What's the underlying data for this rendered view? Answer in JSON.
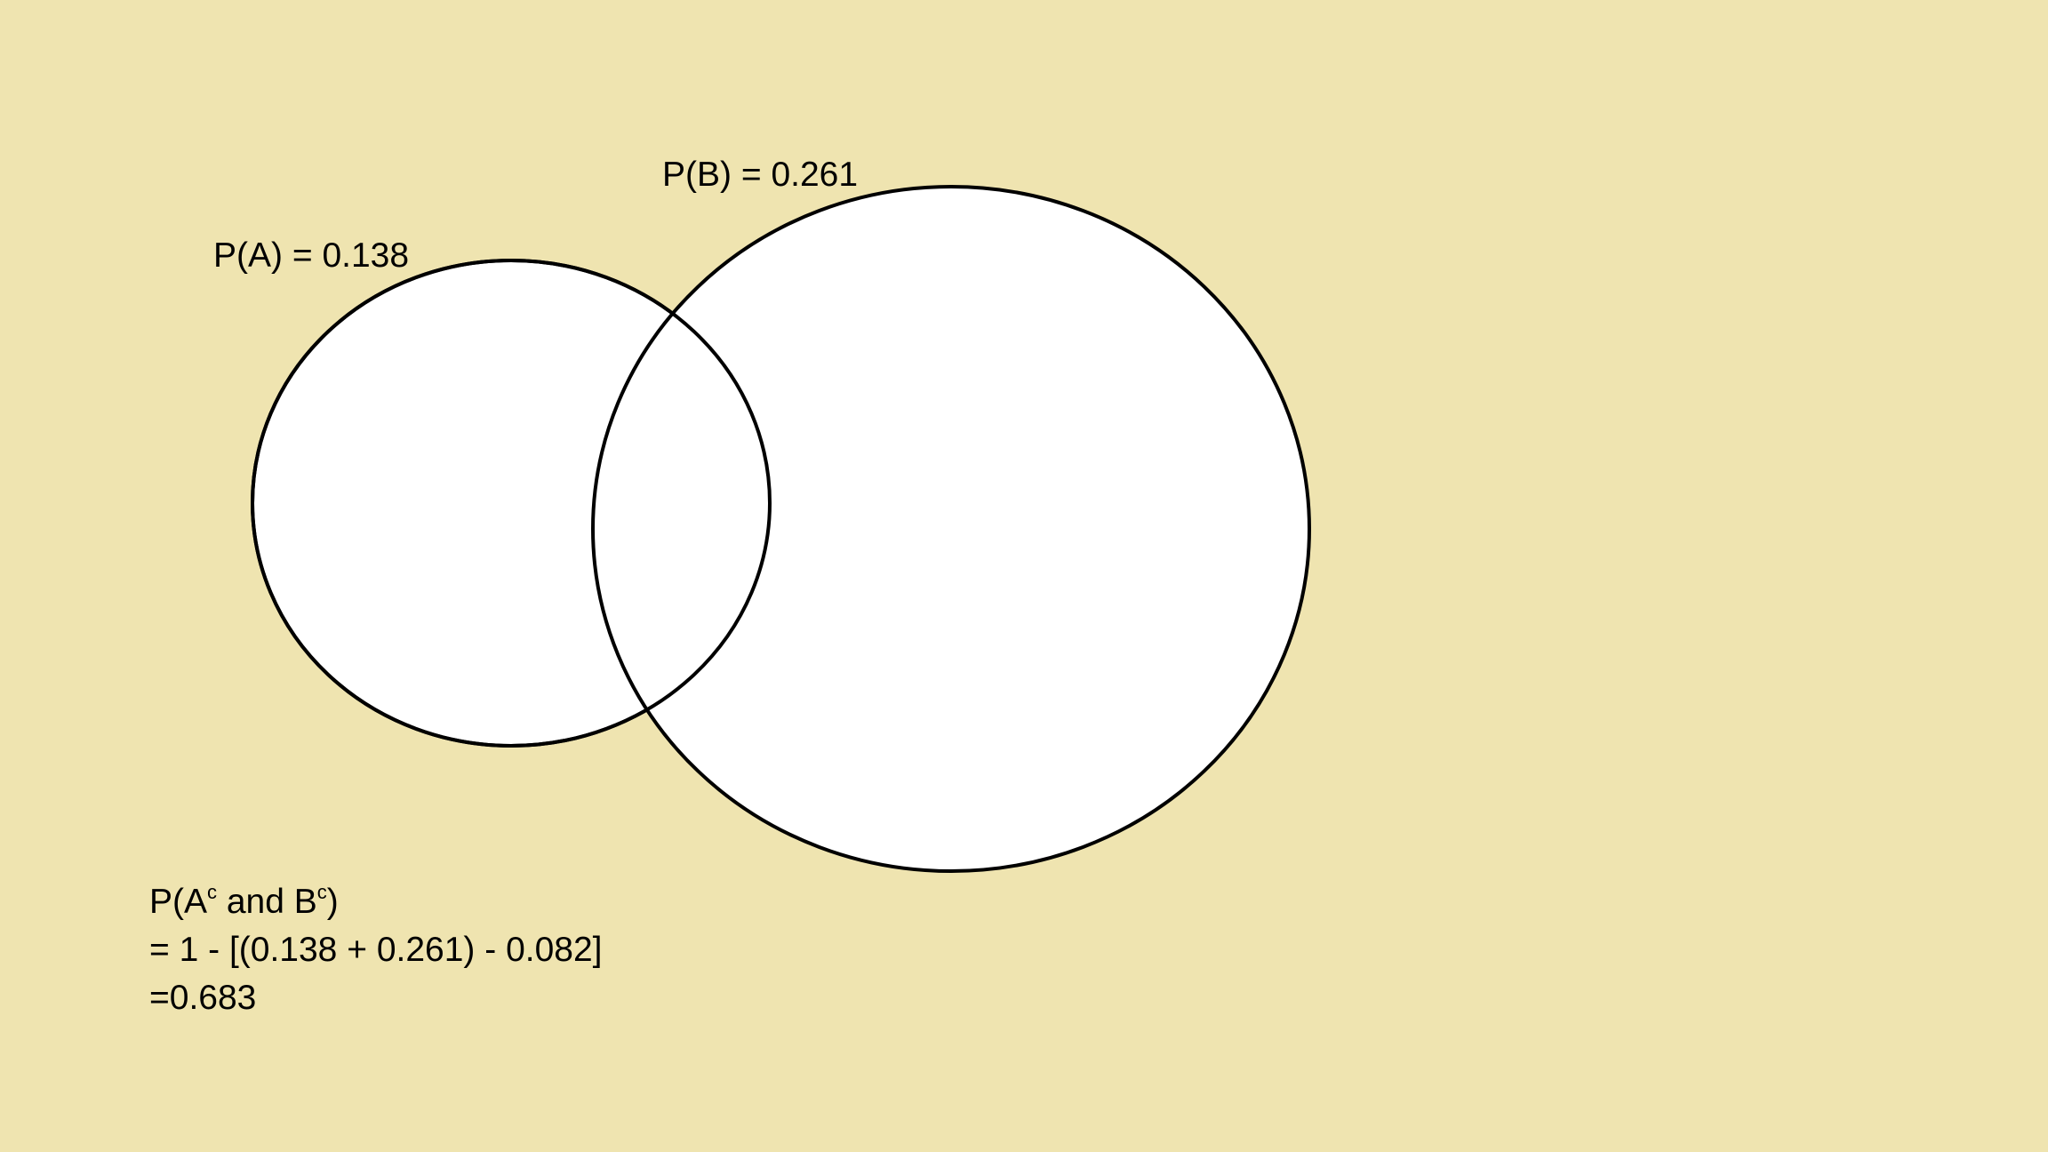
{
  "diagram": {
    "background": "#efe4b0",
    "circle_fill": "#ffffff",
    "circle_stroke": "#000000",
    "sets": [
      {
        "label": "P(A) = 0.138"
      },
      {
        "label": "P(B) = 0.261"
      }
    ]
  },
  "calculation": {
    "line1_prefix": "P(A",
    "line1_sup1": "c",
    "line1_middle": " and B",
    "line1_sup2": "c",
    "line1_suffix": ")",
    "line2": "= 1 - [(0.138 + 0.261) - 0.082]",
    "line3": "=0.683"
  }
}
